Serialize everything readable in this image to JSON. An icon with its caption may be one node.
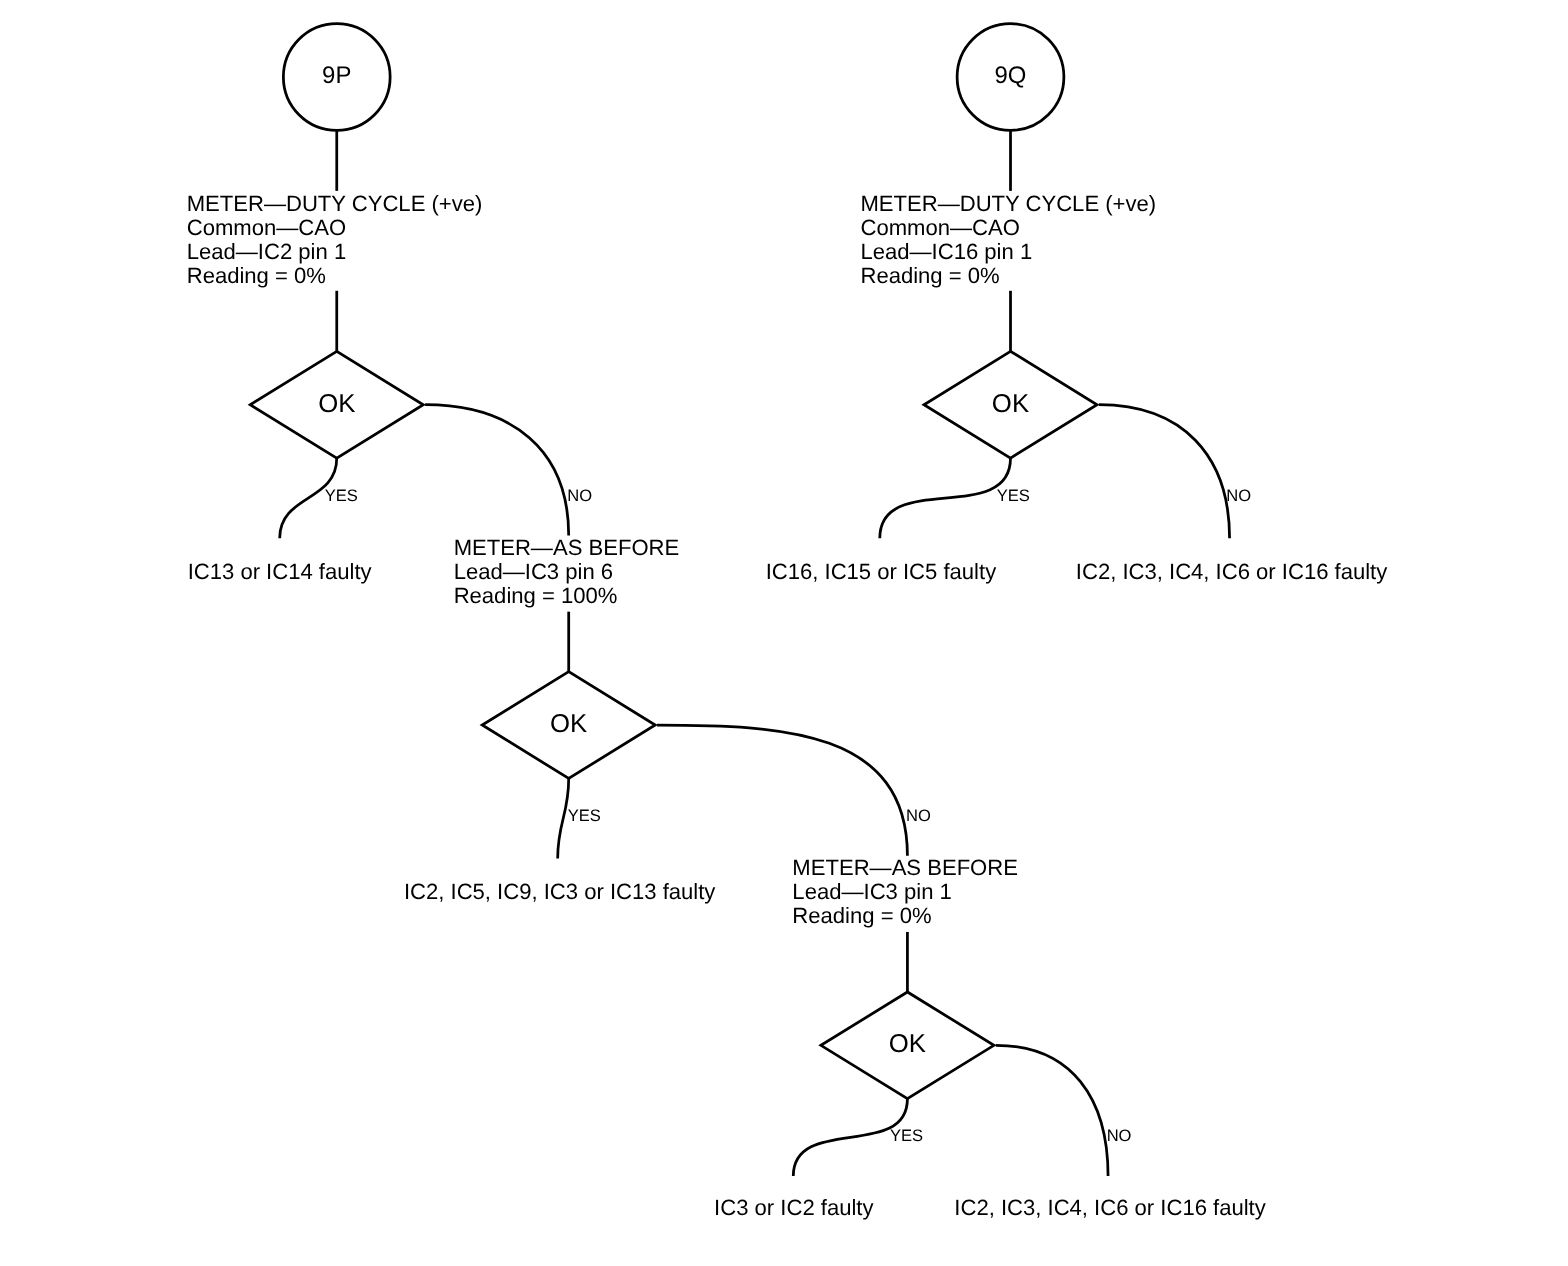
{
  "diagram": {
    "nodes": [
      {
        "text": [
          "9P"
        ]
      },
      {
        "text": [
          "METER—DUTY CYCLE (+ve)",
          "Common—CAO",
          "Lead—IC2 pin 1",
          "Reading = 0%"
        ]
      },
      {
        "text": [
          "OK"
        ]
      },
      {
        "text": [
          "IC13 or IC14 faulty"
        ]
      },
      {
        "text": [
          "METER—AS BEFORE",
          "Lead—IC3 pin 6",
          "Reading = 100%"
        ]
      },
      {
        "text": [
          "OK"
        ]
      },
      {
        "text": [
          "IC2, IC5, IC9, IC3 or IC13 faulty"
        ]
      },
      {
        "text": [
          "METER—AS BEFORE",
          "Lead—IC3 pin 1",
          "Reading = 0%"
        ]
      },
      {
        "text": [
          "OK"
        ]
      },
      {
        "text": [
          "IC2, IC3, IC4, IC6 or IC16 faulty"
        ]
      },
      {
        "text": [
          "IC3 or IC2 faulty"
        ]
      },
      {
        "text": [
          "9Q"
        ]
      },
      {
        "text": [
          "METER—DUTY CYCLE (+ve)",
          "Common—CAO",
          "Lead—IC16 pin 1",
          "Reading = 0%"
        ]
      },
      {
        "text": [
          "OK"
        ]
      },
      {
        "text": [
          "IC16, IC15 or IC5 faulty"
        ]
      },
      {
        "text": [
          "IC2, IC3, IC4, IC6 or IC16 faulty"
        ]
      }
    ],
    "edges": [
      {
        "from": 0,
        "to": 1,
        "arrow": "none"
      },
      {
        "from": 1,
        "to": 2,
        "arrow": "none"
      },
      {
        "from": 2,
        "to": 3,
        "label": "YES",
        "arrow": "none"
      },
      {
        "from": 2,
        "to": 4,
        "label": "NO",
        "arrow": "none"
      },
      {
        "from": 4,
        "to": 5,
        "arrow": "none"
      },
      {
        "from": 5,
        "to": 6,
        "label": "YES",
        "arrow": "none"
      },
      {
        "from": 5,
        "to": 7,
        "label": "NO",
        "arrow": "none"
      },
      {
        "from": 7,
        "to": 8,
        "arrow": "none"
      },
      {
        "from": 8,
        "to": 9,
        "label": "NO",
        "arrow": "none"
      },
      {
        "from": 8,
        "to": 10,
        "label": "YES",
        "arrow": "none"
      },
      {
        "from": 11,
        "to": 12,
        "arrow": "none"
      },
      {
        "from": 12,
        "to": 13,
        "arrow": "none"
      },
      {
        "from": 13,
        "to": 14,
        "label": "YES",
        "arrow": "none"
      },
      {
        "from": 13,
        "to": 15,
        "label": "NO",
        "arrow": "none"
      }
    ]
  }
}
